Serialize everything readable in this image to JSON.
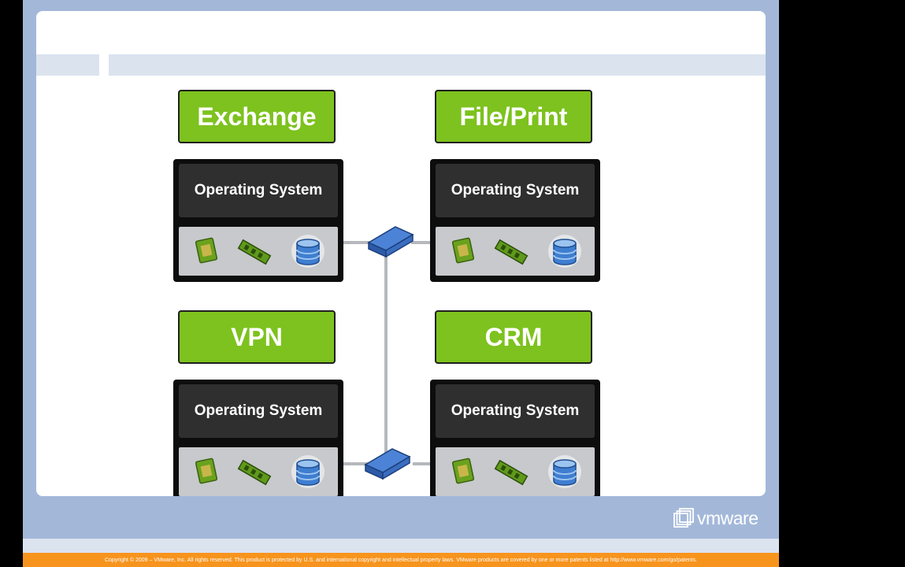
{
  "diagram": {
    "vms": [
      {
        "app": "Exchange",
        "os": "Operating System"
      },
      {
        "app": "File/Print",
        "os": "Operating System"
      },
      {
        "app": "VPN",
        "os": "Operating System"
      },
      {
        "app": "CRM",
        "os": "Operating System"
      }
    ]
  },
  "brand": {
    "logo_text": "vmware"
  },
  "footer": {
    "copyright": "Copyright © 2009 – VMware, Inc. All rights reserved. This product is protected by U.S. and international copyright and intellectual property laws. VMware products are covered by one or more patents listed at http://www.vmware.com/go/patents."
  },
  "colors": {
    "app_green": "#7dc21e",
    "slide_blue": "#a3b8d9",
    "footer_orange": "#f7941d"
  }
}
